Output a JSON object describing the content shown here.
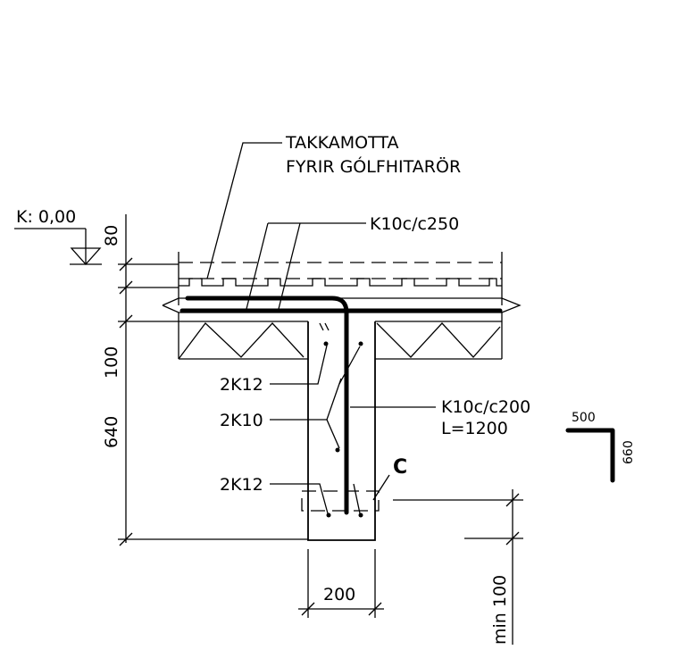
{
  "labels": {
    "takkamotta_line1": "TAKKAMOTTA",
    "takkamotta_line2": "FYRIR GÓLFHITARÖR",
    "level": "K: 0,00",
    "slab_rebar": "K10c/c250",
    "top_2k12": "2K12",
    "mid_2k10": "2K10",
    "bottom_2k12": "2K12",
    "wall_rebar_line1": "K10c/c200",
    "wall_rebar_line2": "L=1200",
    "section_mark": "C"
  },
  "dimensions": {
    "d80": "80",
    "d100": "100",
    "d640": "640",
    "d200": "200",
    "min100": "min 100",
    "bend_top": "500",
    "bend_side": "660"
  }
}
